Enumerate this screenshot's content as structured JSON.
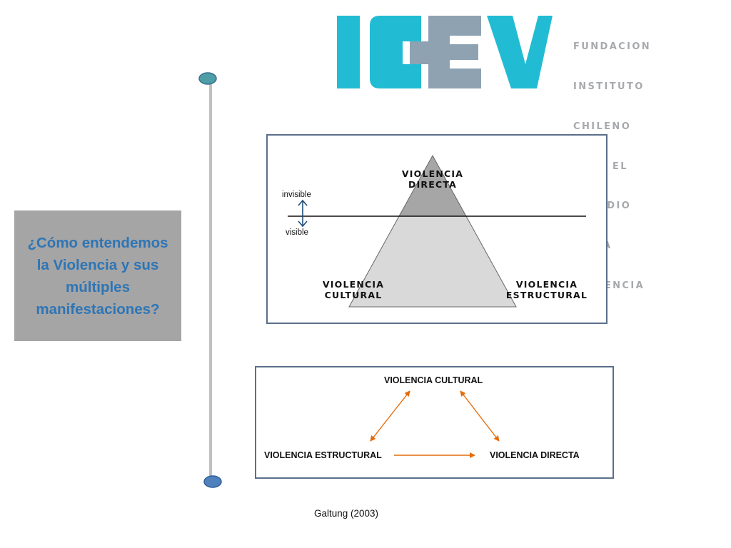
{
  "logo": {
    "letters": [
      "I",
      "C",
      "E",
      "V"
    ],
    "org_lines": [
      "FUNDACION",
      "INSTITUTO",
      "CHILENO",
      "PARA EL",
      "ESTUDIO",
      "DE LA",
      "VIOLENCIA"
    ],
    "colors": {
      "cyan": "#21bcd3",
      "gray": "#8ea2b2",
      "text": "#a7a9ad"
    }
  },
  "question": {
    "text": "¿Cómo entendemos la Violencia y sus múltiples manifestaciones?",
    "text_color": "#2e75b6",
    "box_color": "#a5a5a5"
  },
  "triangle_diagram": {
    "top_label": "VIOLENCIA\nDIRECTA",
    "left_label": "VIOLENCIA\nCULTURAL",
    "right_label": "VIOLENCIA\nESTRUCTURAL",
    "invisible_label": "invisible",
    "visible_label": "visible",
    "colors": {
      "top_fill": "#a6a6a6",
      "bottom_fill": "#d9d9d9",
      "arrow": "#1f4e79"
    }
  },
  "cycle_diagram": {
    "top_label": "VIOLENCIA CULTURAL",
    "left_label": "VIOLENCIA ESTRUCTURAL",
    "right_label": "VIOLENCIA DIRECTA",
    "arrow_color": "#e46c0a"
  },
  "timeline": {
    "line_color": "#c0c0c0",
    "node_color": "#4f81bd",
    "top_node_color": "#4e9ea8"
  },
  "citation": "Galtung (2003)"
}
